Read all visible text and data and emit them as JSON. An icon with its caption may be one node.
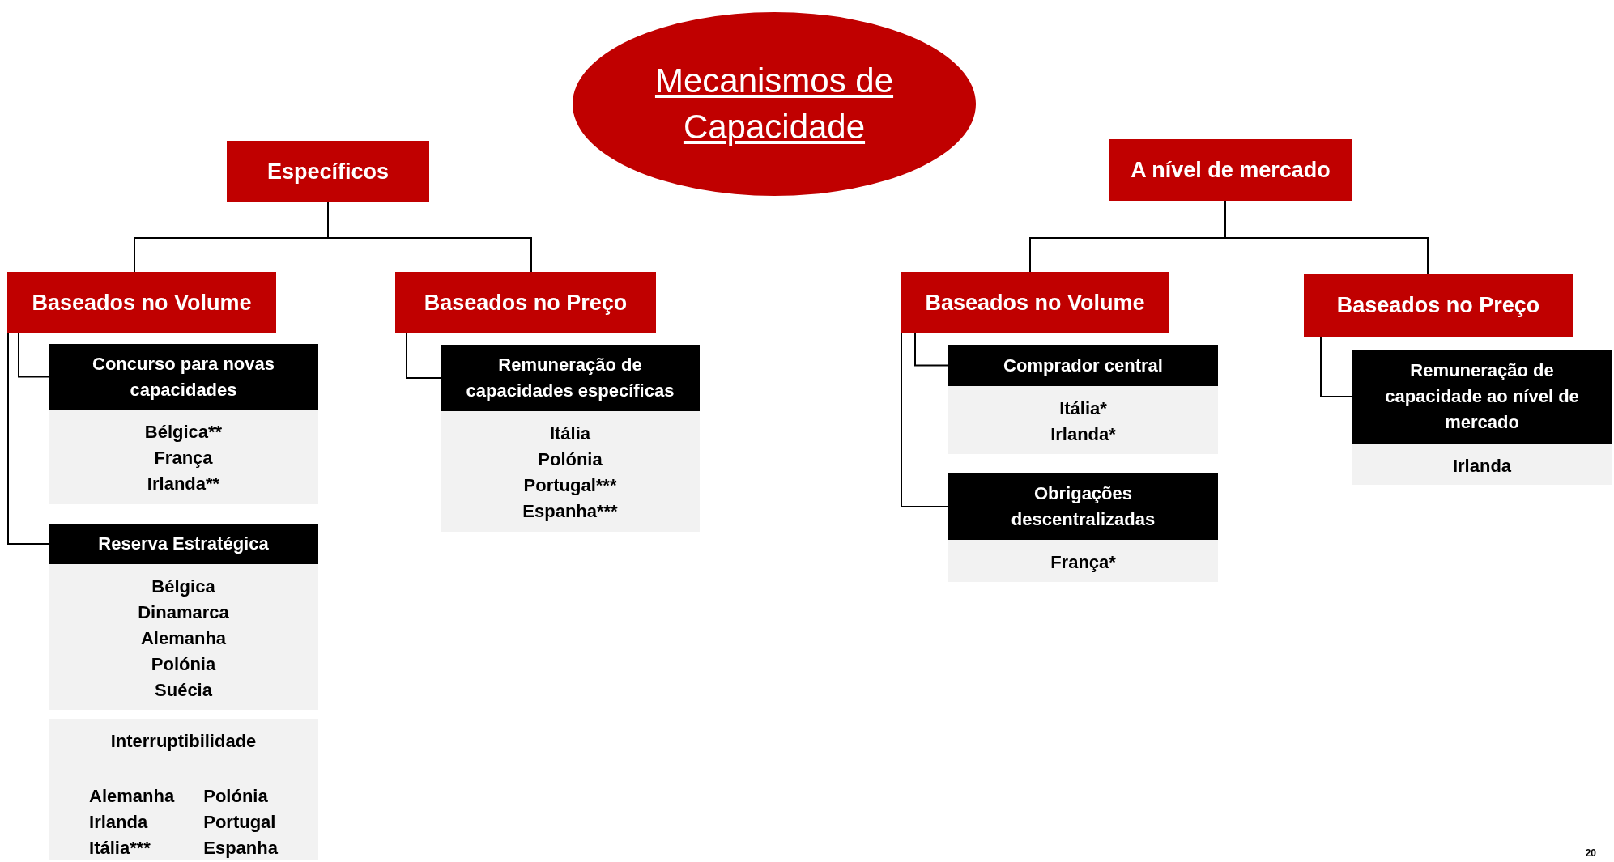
{
  "diagram": {
    "nodes": [
      {
        "text": [
          "Mecanismos de Capacidade"
        ]
      },
      {
        "text": [
          "Específicos"
        ]
      },
      {
        "text": [
          "A nível de mercado"
        ]
      },
      {
        "text": [
          "Baseados no Volume"
        ]
      },
      {
        "text": [
          "Baseados no Preço"
        ]
      },
      {
        "text": [
          "Baseados no Volume"
        ]
      },
      {
        "text": [
          "Baseados no Preço"
        ]
      },
      {
        "text": [
          "Concurso para novas capacidades"
        ]
      },
      {
        "text": [
          "Bélgica**",
          "França",
          "Irlanda**"
        ]
      },
      {
        "text": [
          "Reserva Estratégica"
        ]
      },
      {
        "text": [
          "Bélgica",
          "Dinamarca",
          "Alemanha",
          "Polónia",
          "Suécia"
        ]
      },
      {
        "text": [
          "Interruptibilidade",
          "Alemanha",
          "Polónia",
          "Irlanda",
          "Portugal",
          "Itália***",
          "Espanha"
        ]
      },
      {
        "text": [
          "Remuneração de capacidades específicas"
        ]
      },
      {
        "text": [
          "Itália",
          "Polónia",
          "Portugal***",
          "Espanha***"
        ]
      },
      {
        "text": [
          "Comprador central"
        ]
      },
      {
        "text": [
          "Itália*",
          "Irlanda*"
        ]
      },
      {
        "text": [
          "Obrigações descentralizadas"
        ]
      },
      {
        "text": [
          "França*"
        ]
      },
      {
        "text": [
          "Remuneração de capacidade ao nível de mercado"
        ]
      },
      {
        "text": [
          "Irlanda"
        ]
      }
    ],
    "edges": [
      {
        "from": 1,
        "to": 3,
        "arrow": "none"
      },
      {
        "from": 1,
        "to": 4,
        "arrow": "none"
      },
      {
        "from": 2,
        "to": 5,
        "arrow": "none"
      },
      {
        "from": 2,
        "to": 6,
        "arrow": "none"
      },
      {
        "from": 3,
        "to": 7,
        "arrow": "none"
      },
      {
        "from": 3,
        "to": 9,
        "arrow": "none"
      },
      {
        "from": 4,
        "to": 12,
        "arrow": "none"
      },
      {
        "from": 5,
        "to": 14,
        "arrow": "none"
      },
      {
        "from": 5,
        "to": 16,
        "arrow": "none"
      },
      {
        "from": 6,
        "to": 18,
        "arrow": "none"
      }
    ],
    "labels": [
      "20"
    ]
  }
}
